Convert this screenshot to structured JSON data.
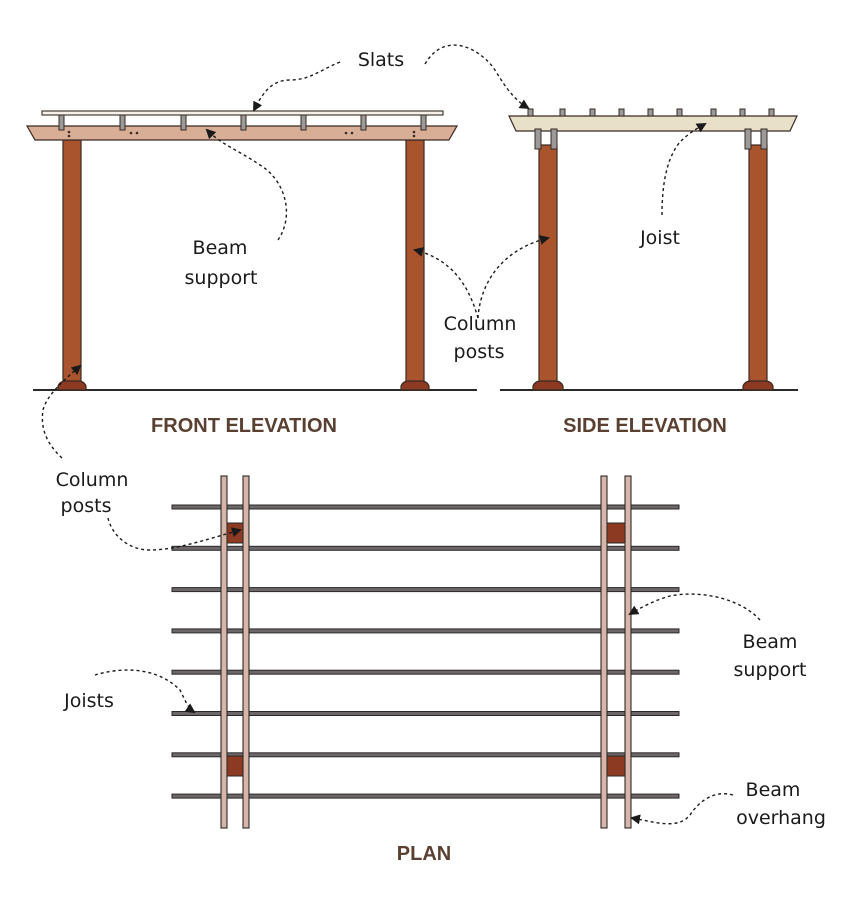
{
  "headings": {
    "front": "FRONT ELEVATION",
    "side": "SIDE ELEVATION",
    "plan": "PLAN"
  },
  "labels": {
    "slats": "Slats",
    "beam_support_1": "Beam",
    "beam_support_2": "support",
    "joist": "Joist",
    "column_posts_1": "Column",
    "column_posts_2": "posts",
    "plan_column_posts_1": "Column",
    "plan_column_posts_2": "posts",
    "plan_joists": "Joists",
    "plan_beam_support_1": "Beam",
    "plan_beam_support_2": "support",
    "plan_beam_overhang_1": "Beam",
    "plan_beam_overhang_2": "overhang"
  },
  "colors": {
    "post": "#a9542d",
    "beam": "#d9ae97",
    "heading": "#5a4030",
    "plan_post": "#8d3a22"
  }
}
